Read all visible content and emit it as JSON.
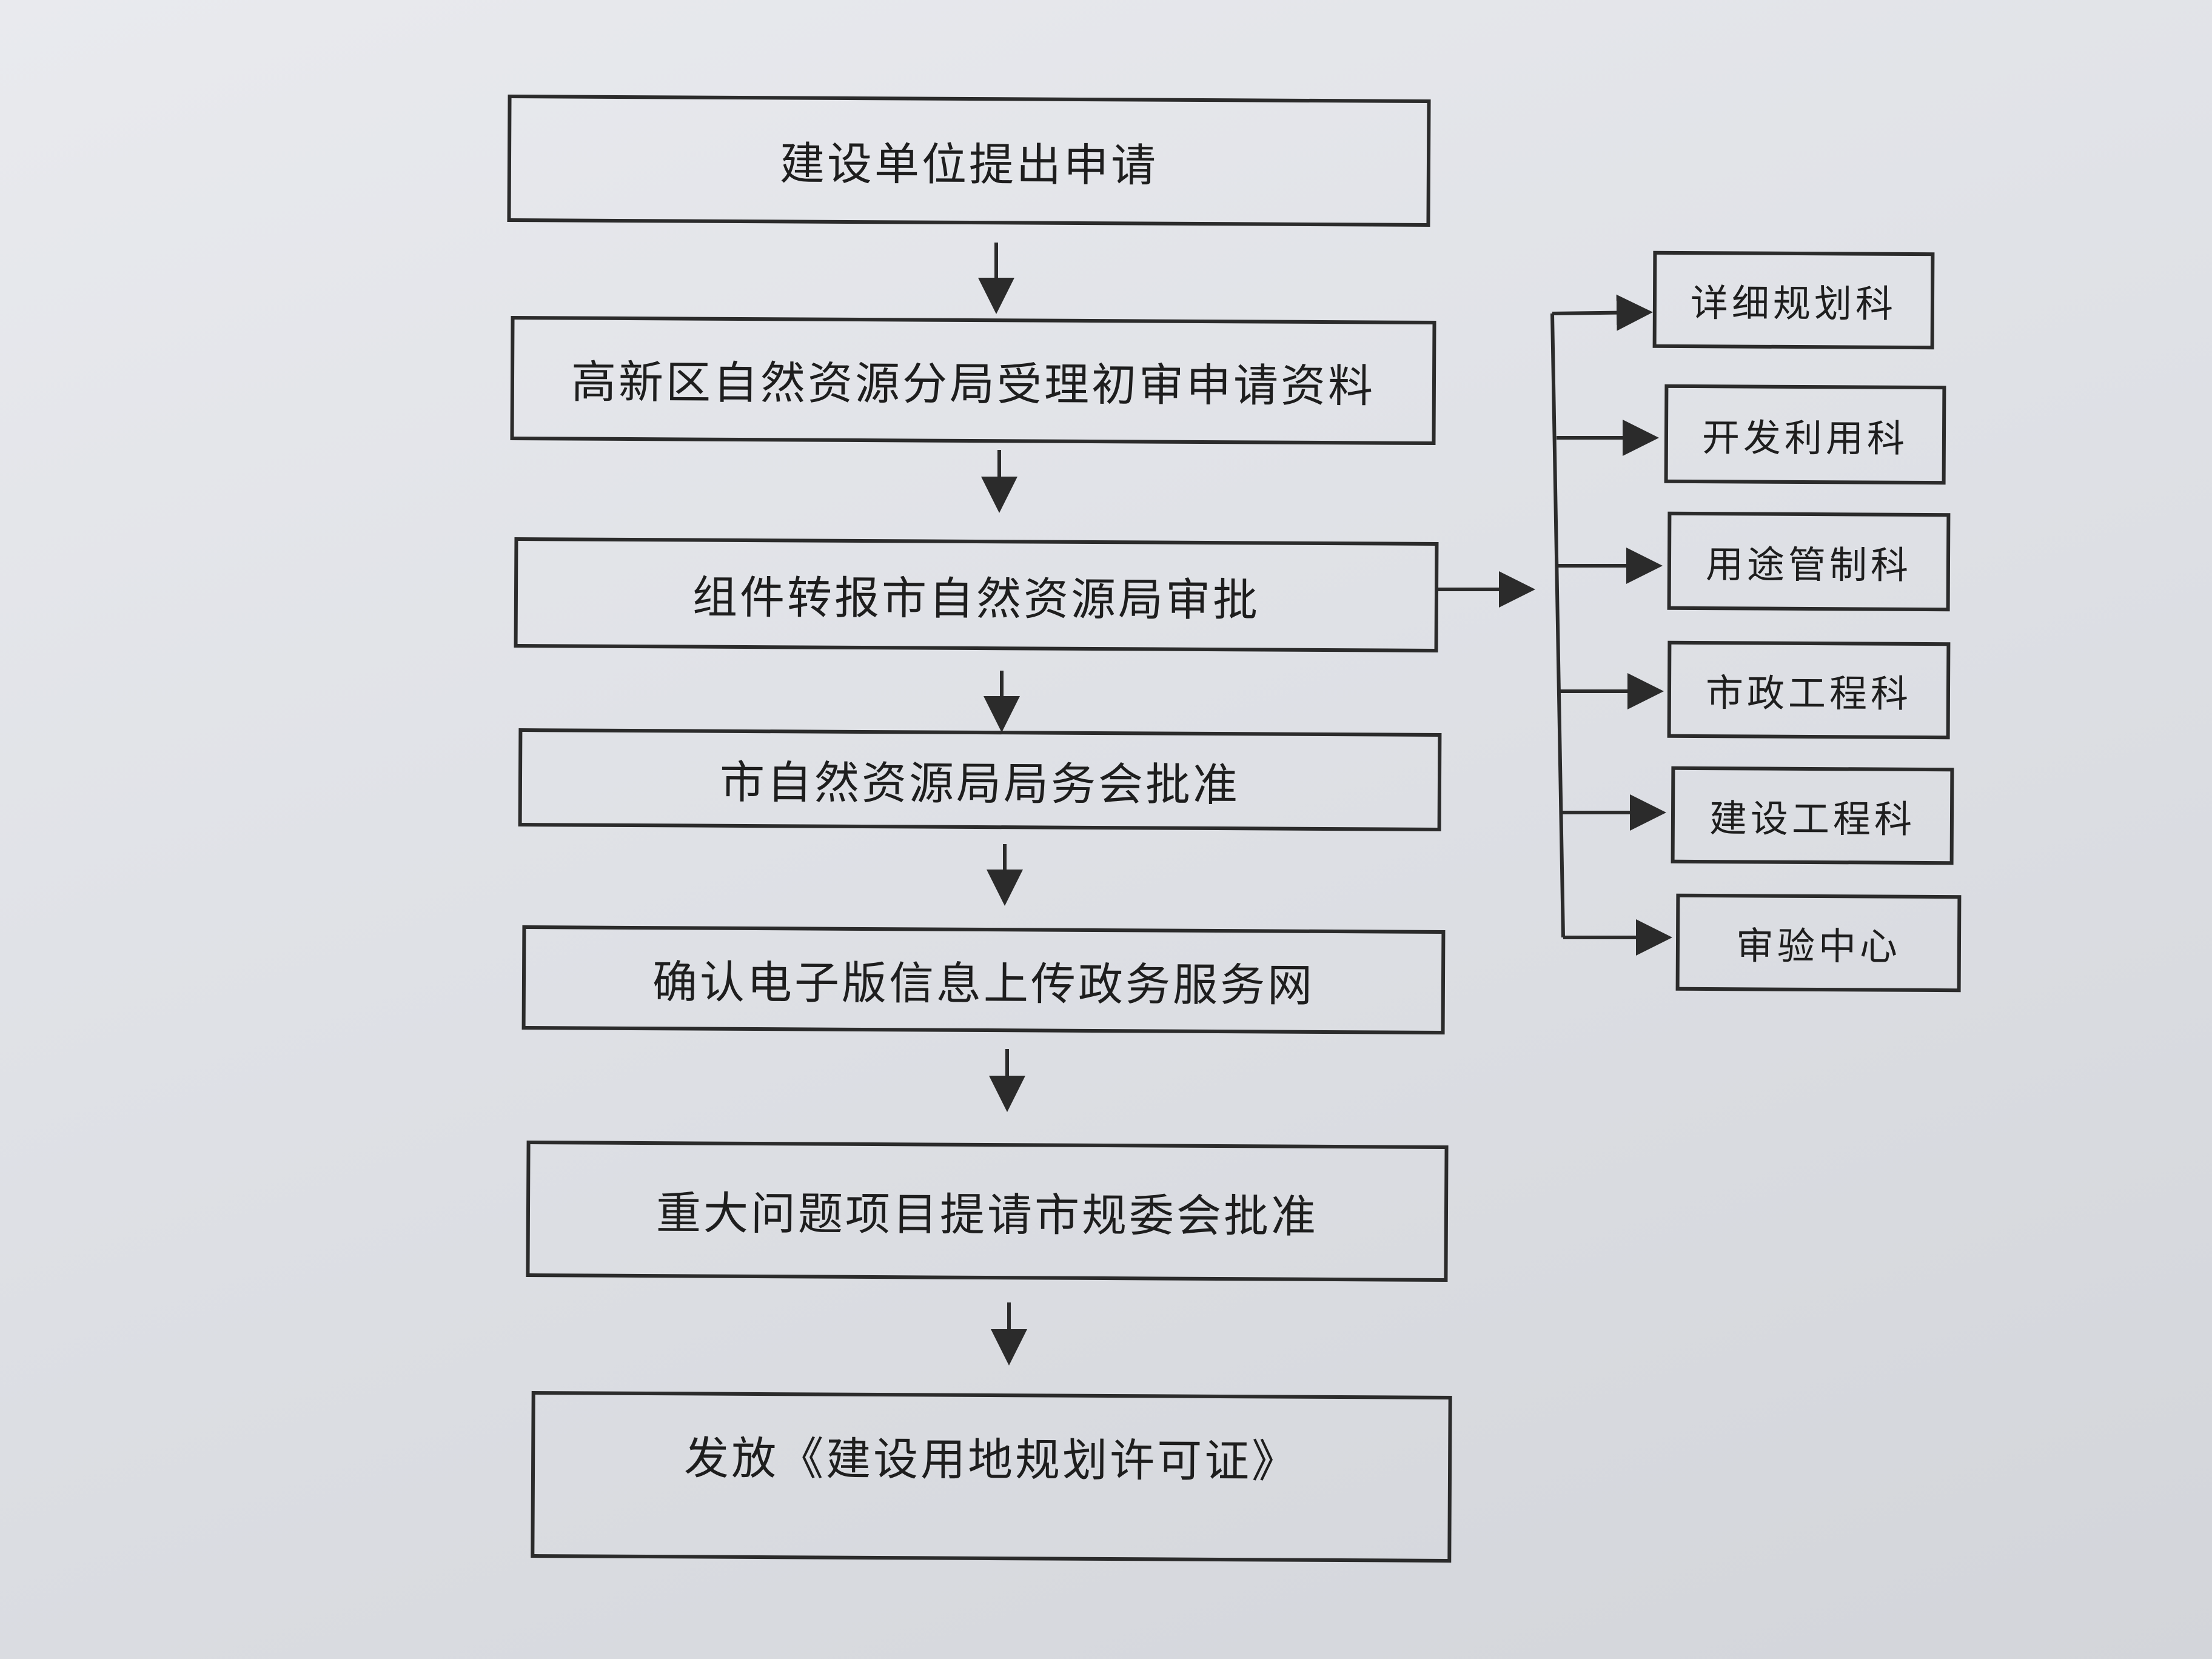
{
  "diagram": {
    "main_steps": [
      {
        "label": "建设单位提出申请"
      },
      {
        "label": "高新区自然资源分局受理初审申请资料"
      },
      {
        "label": "组件转报市自然资源局审批"
      },
      {
        "label": "市自然资源局局务会批准"
      },
      {
        "label": "确认电子版信息上传政务服务网"
      },
      {
        "label": "重大问题项目提请市规委会批准"
      },
      {
        "label": "发放《建设用地规划许可证》"
      }
    ],
    "side_departments": [
      {
        "label": "详细规划科"
      },
      {
        "label": "开发利用科"
      },
      {
        "label": "用途管制科"
      },
      {
        "label": "市政工程科"
      },
      {
        "label": "建设工程科"
      },
      {
        "label": "审验中心"
      }
    ],
    "colors": {
      "line": "#2b2b2b",
      "text": "#1e1e1e",
      "background": "#e2e4e8"
    }
  }
}
